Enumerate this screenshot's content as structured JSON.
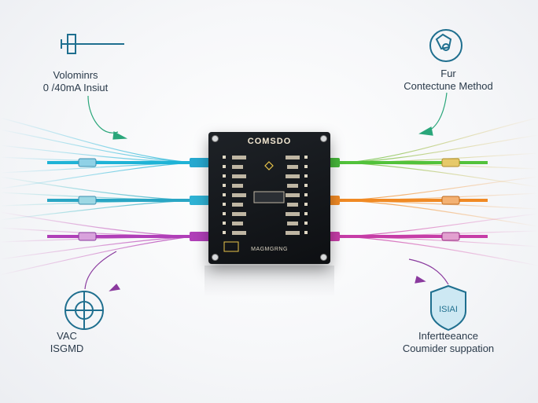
{
  "board": {
    "title": "COMSDO",
    "brand": "MAGMGRNG"
  },
  "callouts": {
    "top_left": {
      "line1": "Volominrs",
      "line2": "0 /40mA Insiut",
      "icon": "probe-icon"
    },
    "top_right": {
      "line1": "Fur",
      "line2": "Contectune Method",
      "icon": "gear-icon"
    },
    "bottom_left": {
      "line1": "VAC",
      "line2": "ISGMD",
      "icon": "target-icon"
    },
    "bottom_right": {
      "line1": "Infertteeance",
      "line2": "Coumider suppation",
      "icon": "shield-icon",
      "shield_text": "ISIAI"
    }
  },
  "colors": {
    "cyan": "#1fb3d6",
    "teal": "#17a9a0",
    "purple": "#b03fb8",
    "magenta": "#c63da7",
    "green": "#52c23b",
    "orange": "#f08a24",
    "icon_blue": "#1f6f8f",
    "arrow_green": "#2aa67a",
    "arrow_purple": "#8a3a9e"
  }
}
